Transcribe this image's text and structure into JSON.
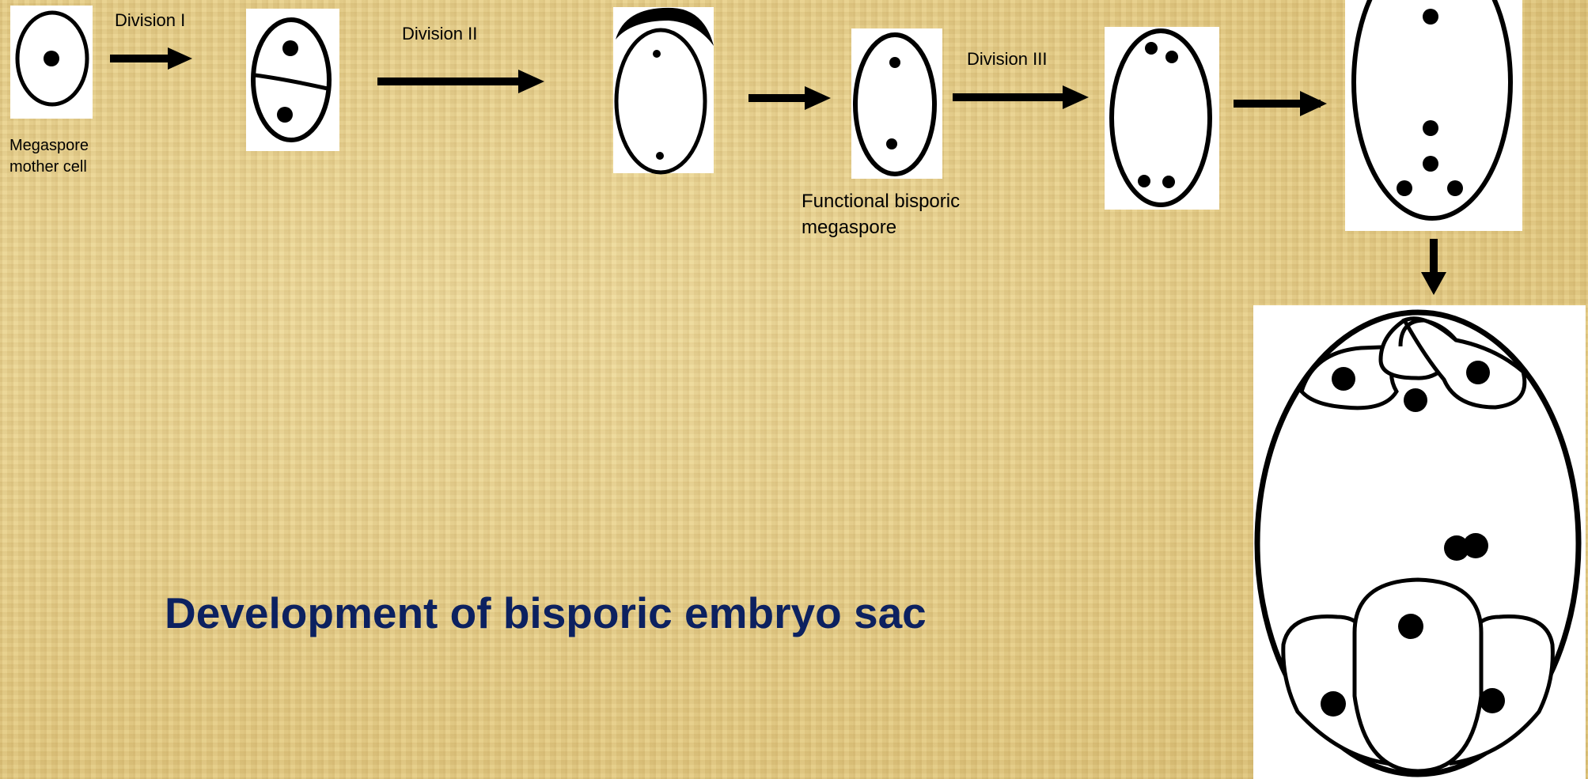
{
  "labels": {
    "megaspore_mother_cell_line1": "Megaspore",
    "megaspore_mother_cell_line2": "mother cell",
    "division_1": "Division I",
    "division_2": "Division II",
    "division_3": "Division III",
    "functional_line1": "Functional bisporic",
    "functional_line2": "megaspore"
  },
  "title": "Development of bisporic embryo sac",
  "colors": {
    "background": "#e8d28f",
    "title": "#0c2160",
    "ink": "#000000",
    "panel": "#ffffff"
  }
}
